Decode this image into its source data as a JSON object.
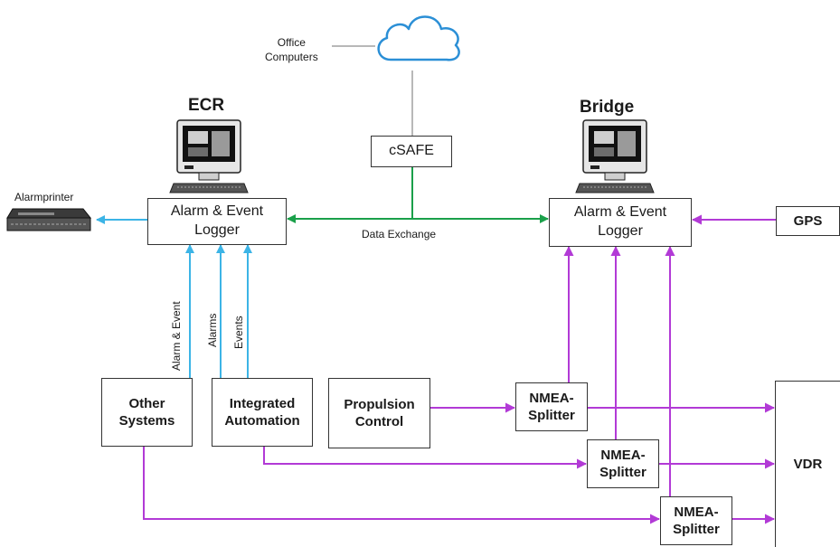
{
  "headings": {
    "ecr": "ECR",
    "bridge": "Bridge"
  },
  "cloud_label": "Office\nComputers",
  "boxes": {
    "csafe": "cSAFE",
    "ecr_logger": "Alarm & Event\nLogger",
    "bridge_logger": "Alarm & Event\nLogger",
    "gps": "GPS",
    "other_systems": "Other\nSystems",
    "integrated_automation": "Integrated\nAutomation",
    "propulsion_control": "Propulsion\nControl",
    "nmea_splitter_1": "NMEA-\nSplitter",
    "nmea_splitter_2": "NMEA-\nSplitter",
    "nmea_splitter_3": "NMEA-\nSplitter",
    "vdr": "VDR"
  },
  "labels": {
    "alarmprinter": "Alarmprinter",
    "data_exchange": "Data Exchange",
    "alarm_event_vertical": "Alarm & Event",
    "alarms_vertical": "Alarms",
    "events_vertical": "Events"
  },
  "colors": {
    "green": "#1aa04a",
    "blue": "#3cb4e6",
    "purple": "#b23ad6",
    "gray": "#a0a0a0",
    "cloud": "#2b8fd6"
  },
  "icons": [
    "computer-monitor-icon",
    "computer-monitor-icon",
    "cloud-icon",
    "printer-icon"
  ]
}
